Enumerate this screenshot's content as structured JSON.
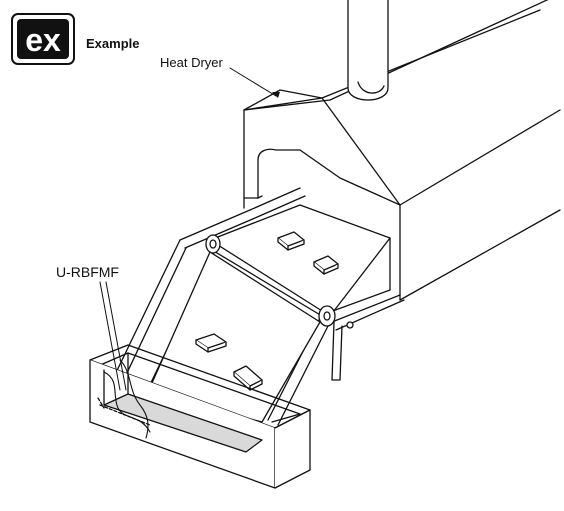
{
  "badge": {
    "text": "ex"
  },
  "header": {
    "title": "Example"
  },
  "labels": {
    "dryer": "Heat Dryer",
    "sensor": "U-RBFMF"
  },
  "colors": {
    "line": "#111111",
    "fill": "#ffffff",
    "shade": "#d9d9d9"
  }
}
